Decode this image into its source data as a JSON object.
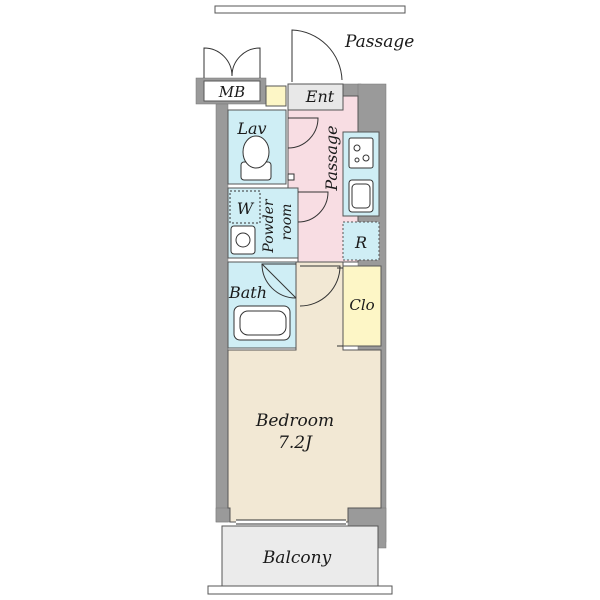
{
  "rooms": {
    "passage_outside": "Passage",
    "mb": "MB",
    "entrance": "Ent",
    "lavatory": "Lav",
    "passage_inside": "Passage",
    "washer": "W",
    "powder_room_line1": "Powder",
    "powder_room_line2": "room",
    "refrigerator": "R",
    "bath": "Bath",
    "closet": "Clo",
    "bedroom": "Bedroom",
    "bedroom_size": "7.2J",
    "balcony": "Balcony"
  },
  "colors": {
    "wall": "#9a9a9a",
    "wet_area": "#cfeef5",
    "passage_floor": "#f8dde3",
    "bedroom_floor": "#f2e8d4",
    "closet": "#fdf6c6",
    "entrance_floor": "#e8e8e8",
    "balcony": "#ebebeb"
  }
}
